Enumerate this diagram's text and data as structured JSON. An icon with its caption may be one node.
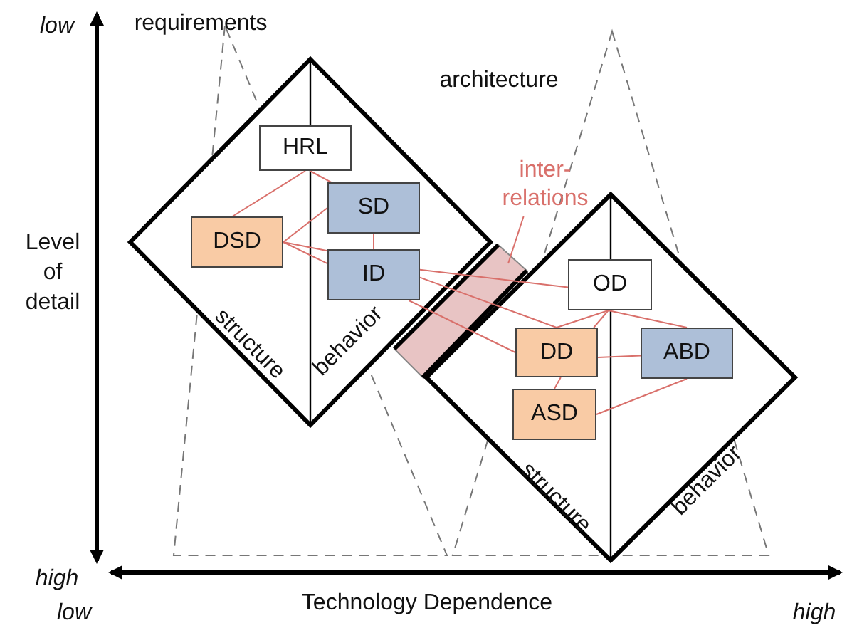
{
  "diagram": {
    "nodes": [
      {
        "text": [
          "structure",
          "behavior"
        ]
      },
      {
        "text": [
          "HRL"
        ],
        "in": 0
      },
      {
        "text": [
          "DSD"
        ],
        "in": 0
      },
      {
        "text": [
          "SD"
        ],
        "in": 0
      },
      {
        "text": [
          "ID"
        ],
        "in": 0
      },
      {
        "text": [
          "structure",
          "behavior"
        ]
      },
      {
        "text": [
          "OD"
        ],
        "in": 5
      },
      {
        "text": [
          "DD"
        ],
        "in": 5
      },
      {
        "text": [
          "ABD"
        ],
        "in": 5
      },
      {
        "text": [
          "ASD"
        ],
        "in": 5
      },
      {
        "text": [
          "inter- relations"
        ]
      }
    ],
    "edges": [
      {
        "from": 1,
        "to": 2,
        "arrow": "none"
      },
      {
        "from": 1,
        "to": 3,
        "arrow": "none"
      },
      {
        "from": 2,
        "to": 3,
        "arrow": "none"
      },
      {
        "from": 2,
        "to": 4,
        "arrow": "none"
      },
      {
        "from": 2,
        "to": 4,
        "arrow": "none"
      },
      {
        "from": 3,
        "to": 4,
        "arrow": "none"
      },
      {
        "from": 4,
        "to": 6,
        "arrow": "none"
      },
      {
        "from": 4,
        "to": 7,
        "arrow": "none"
      },
      {
        "from": 4,
        "to": 7,
        "arrow": "none"
      },
      {
        "from": 6,
        "to": 7,
        "arrow": "none"
      },
      {
        "from": 6,
        "to": 7,
        "arrow": "none"
      },
      {
        "from": 6,
        "to": 8,
        "arrow": "none"
      },
      {
        "from": 7,
        "to": 8,
        "arrow": "none"
      },
      {
        "from": 7,
        "to": 9,
        "arrow": "none"
      },
      {
        "from": 9,
        "to": 8,
        "arrow": "none"
      },
      {
        "from": 10,
        "to": null,
        "arrow": "none"
      }
    ],
    "labels": [
      "low",
      "requirements",
      "architecture",
      "Level of detail",
      "high",
      "low",
      "Technology Dependence",
      "high"
    ]
  }
}
